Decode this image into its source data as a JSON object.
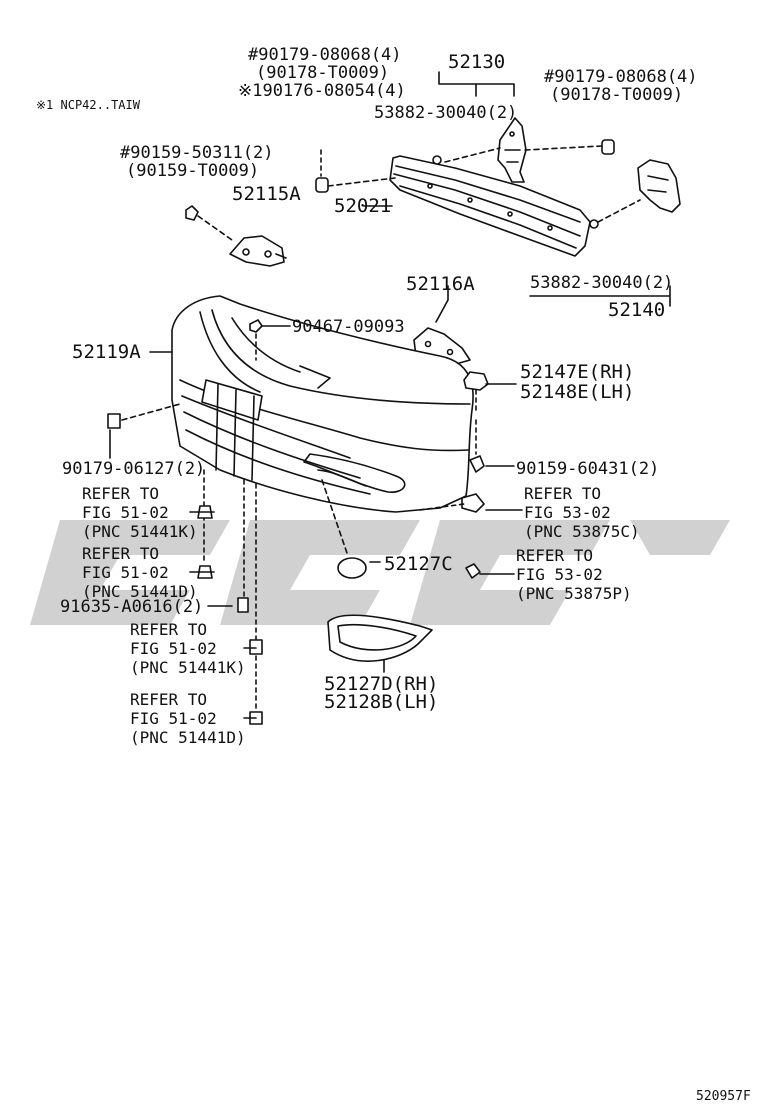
{
  "note": "※1 NCP42..TAIW",
  "figure_code": "520957F",
  "colors": {
    "ink": "#111111",
    "watermark": "#c9c9c9"
  },
  "parts": {
    "clip_top_left_1": "#90179-08068(4)",
    "clip_top_left_2": "(90178-T0009)",
    "clip_top_left_3": "※190176-08054(4)",
    "reinf_support_rh": "52130",
    "retainer_upper": "53882-30040(2)",
    "clip_top_right_1": "#90179-08068(4)",
    "clip_top_right_2": "(90178-T0009)",
    "bolt_left_1": "#90159-50311(2)",
    "bolt_left_2": "(90159-T0009)",
    "bracket_left": "52115A",
    "reinforcement": "52021",
    "retainer_lower": "53882-30040(2)",
    "reinf_support_lh": "52140",
    "bracket_right": "52116A",
    "screw_upper": "90467-09093",
    "bumper_cover": "52119A",
    "seal_rh": "52147E(RH)",
    "seal_lh": "52148E(LH)",
    "nut_left": "90179-06127(2)",
    "screw_right": "90159-60431(2)",
    "cap": "52127C",
    "bolt_lower": "91635-A0616(2)",
    "bezel_rh": "52127D(RH)",
    "bezel_lh": "52128B(LH)"
  },
  "refs": [
    {
      "line1": "REFER TO",
      "line2": "FIG 51-02",
      "line3": "(PNC 51441K)"
    },
    {
      "line1": "REFER TO",
      "line2": "FIG 51-02",
      "line3": "(PNC 51441D)"
    },
    {
      "line1": "REFER TO",
      "line2": "FIG 51-02",
      "line3": "(PNC 51441K)"
    },
    {
      "line1": "REFER TO",
      "line2": "FIG 51-02",
      "line3": "(PNC 51441D)"
    },
    {
      "line1": "REFER TO",
      "line2": "FIG 53-02",
      "line3": "(PNC 53875C)"
    },
    {
      "line1": "REFER TO",
      "line2": "FIG 53-02",
      "line3": "(PNC 53875P)"
    }
  ]
}
